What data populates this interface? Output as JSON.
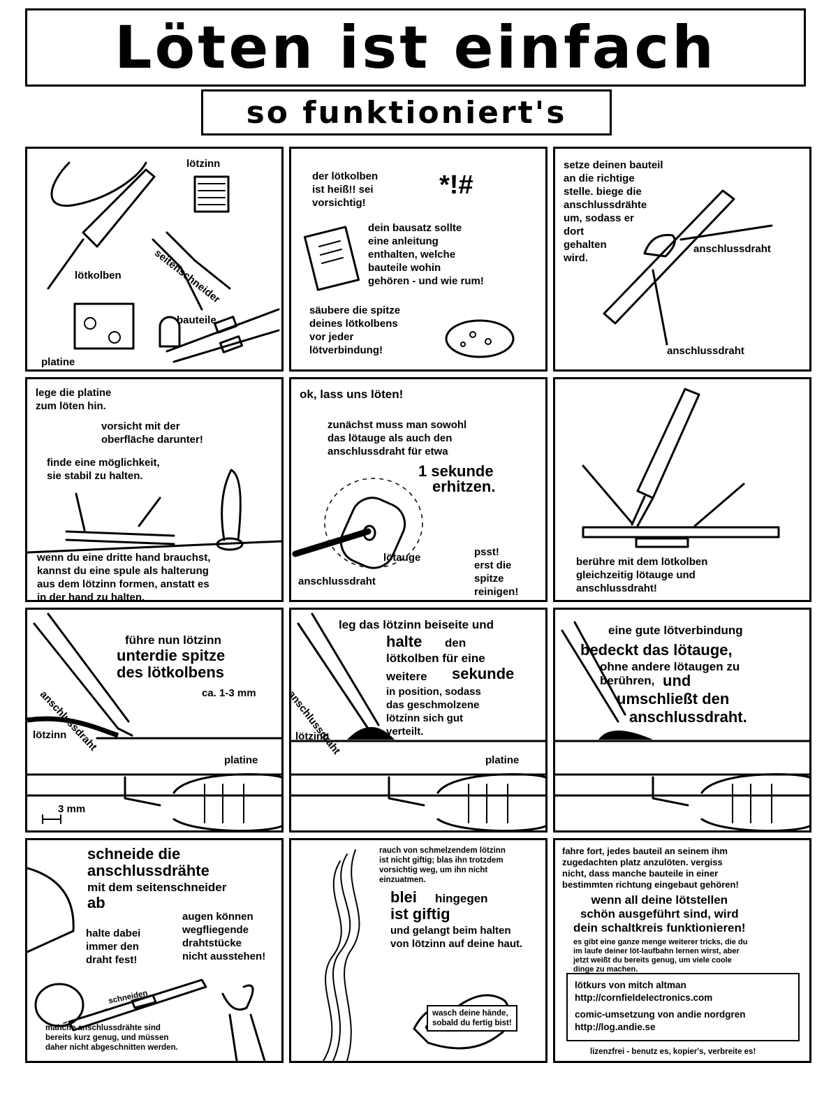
{
  "header": {
    "title": "Löten ist einfach",
    "subtitle": "so funktioniert's"
  },
  "panels": {
    "p1": {
      "loetzinn": "Lötzinn",
      "loetkolben": "Lötkolben",
      "seitenschneider": "Seitenschneider",
      "bauteile": "Bauteile",
      "platine": "Platine"
    },
    "p2": {
      "hot": [
        "Der Lötkolben",
        "ist heiß!! Sei",
        "vorsichtig!"
      ],
      "exclaim": "*!#",
      "kit": [
        "Dein Bausatz sollte",
        "eine Anleitung",
        "enthalten, welche",
        "Bauteile wohin",
        "gehören - und wie rum!"
      ],
      "clean": [
        "Säubere die Spitze",
        "deines Lötkolbens",
        "vor jeder",
        "Lötverbindung!"
      ]
    },
    "p3": {
      "text": [
        "Setze deinen Bauteil",
        "an die richtige",
        "Stelle. Biege die",
        "Anschlussdrähte",
        "um, sodass er",
        "dort",
        "gehalten",
        "wird."
      ],
      "lead1": "Anschlussdraht",
      "lead2": "Anschlussdraht"
    },
    "p4": {
      "lay": [
        "Lege die Platine",
        "zum Löten hin."
      ],
      "careful": [
        "Vorsicht mit der",
        "Oberfläche darunter!"
      ],
      "find": [
        "Finde eine Möglichkeit,",
        "sie stabil zu halten."
      ],
      "third": [
        "Wenn du eine dritte Hand brauchst,",
        "kannst du eine Spule als Halterung",
        "aus dem Lötzinn formen, anstatt es",
        "in der Hand zu halten."
      ]
    },
    "p5": {
      "ok": "OK, lass uns löten!",
      "first": [
        "Zunächst muss man sowohl",
        "das Lötauge als auch den",
        "Anschlussdraht für etwa"
      ],
      "sec1": "1 Sekunde",
      "sec2": "erhitzen.",
      "loetauge": "Lötauge",
      "anschluss": "Anschlussdraht",
      "psst": [
        "PSST!",
        "Erst die",
        "Spitze",
        "reinigen!"
      ]
    },
    "p6": {
      "touch": [
        "Berühre mit dem Lötkolben",
        "gleichzeitig Lötauge und",
        "Anschlussdraht!"
      ]
    },
    "p7": {
      "lead": "Anschlussdraht",
      "l1": "Führe nun Lötzinn",
      "l2": "unterdie Spitze",
      "l3": "des Lötkolbens",
      "mm": "ca. 1-3 mm",
      "loetzinn": "Lötzinn",
      "platine": "Platine",
      "scale": "3 mm"
    },
    "p8": {
      "lead": "Anschlussdraht",
      "l1": "Leg das Lötzinn beiseite und",
      "l2": "halte",
      "l2b": "den",
      "l3": "Lötkolben für eine",
      "l4": "weitere",
      "l4b": "Sekunde",
      "l5": [
        "in Position, sodass",
        "das geschmolzene",
        "Lötzinn sich gut",
        "verteilt."
      ],
      "loetzinn": "Lötzinn",
      "platine": "Platine"
    },
    "p9": {
      "l1": "Eine gute Lötverbindung",
      "l2": "bedeckt das Lötauge,",
      "l3": [
        "ohne andere Lötaugen zu",
        "berühren,"
      ],
      "l3b": "und",
      "l4": "umschließt den",
      "l5": "Anschlussdraht."
    },
    "p10": {
      "h1": "Schneide die",
      "h2": "Anschlussdrähte",
      "h3": "mit dem Seitenschneider",
      "h4": "ab",
      "hold": [
        "Halte dabei",
        "immer den",
        "Draht fest!"
      ],
      "eyes": [
        "Augen können",
        "wegfliegende",
        "Drahtstücke",
        "nicht ausstehen!"
      ],
      "cut": "schneiden",
      "note": [
        "Manche Anschlussdrähte sind",
        "bereits kurz genug, und müssen",
        "daher nicht abgeschnitten werden."
      ]
    },
    "p11": {
      "smoke": [
        "Rauch von schmelzendem Lötzinn",
        "ist nicht giftig; blas ihn trotzdem",
        "vorsichtig weg, um ihn nicht",
        "einzuatmen."
      ],
      "lead1": "Blei",
      "lead1b": "hingegen",
      "lead2": "ist giftig",
      "skin": [
        "und gelangt beim Halten",
        "von Lötzinn auf deine Haut."
      ],
      "wash": [
        "Wasch deine Hände,",
        "sobald du fertig bist!"
      ]
    },
    "p12": {
      "cont": [
        "Fahre fort, jedes Bauteil an seinem ihm",
        "zugedachten Platz anzulöten.  Vergiss",
        "nicht, dass manche Bauteile in einer",
        "bestimmten Richtung eingebaut gehören!"
      ],
      "done": [
        "Wenn all deine Lötstellen",
        "schön ausgeführt sind, wird",
        "dein Schaltkreis funktionieren!"
      ],
      "tricks": [
        "Es gibt eine ganze Menge weiterer Tricks, die du",
        "im Laufe deiner Löt-Laufbahn lernen wirst, aber",
        "jetzt weißt du bereits genug, um viele coole",
        "Dinge zu machen."
      ],
      "credits": [
        "Lötkurs von Mitch Altman",
        "http://cornfieldelectronics.com",
        "Comic-Umsetzung von Andie Nordgren",
        "http://log.andie.se"
      ],
      "license": "Lizenzfrei - benutz es, kopier's, verbreite es!"
    }
  }
}
